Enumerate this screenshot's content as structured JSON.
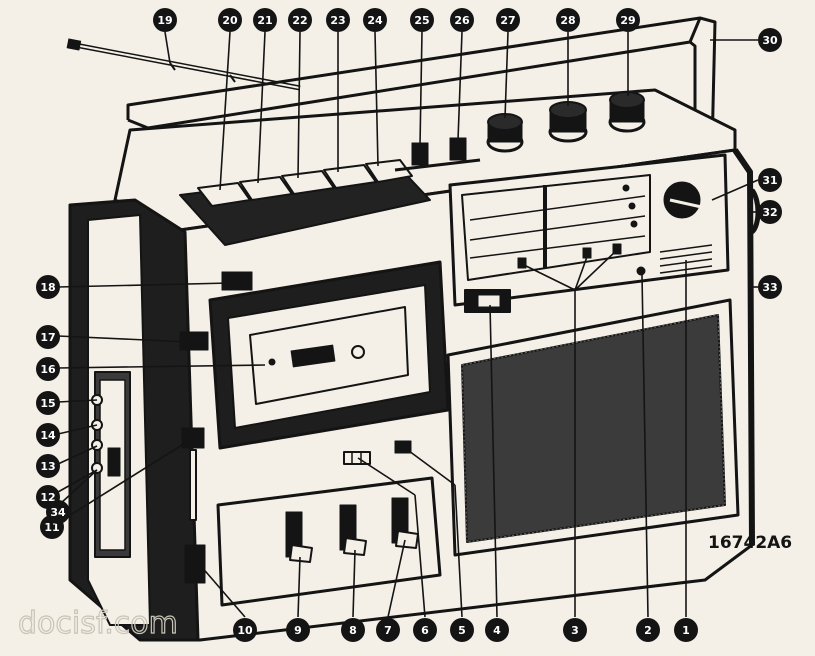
{
  "figure_code": "16742A6",
  "watermark": "docisf.com",
  "callouts": [
    "1",
    "2",
    "3",
    "4",
    "5",
    "6",
    "7",
    "8",
    "9",
    "10",
    "11",
    "12",
    "13",
    "14",
    "15",
    "16",
    "17",
    "18",
    "19",
    "20",
    "21",
    "22",
    "23",
    "24",
    "25",
    "26",
    "27",
    "28",
    "29",
    "30",
    "31",
    "32",
    "33",
    "34"
  ],
  "colors": {
    "ink": "#141414",
    "paper": "#f4f0e7",
    "callout_text": "#ffffff",
    "watermark": "#c9c4b8"
  }
}
